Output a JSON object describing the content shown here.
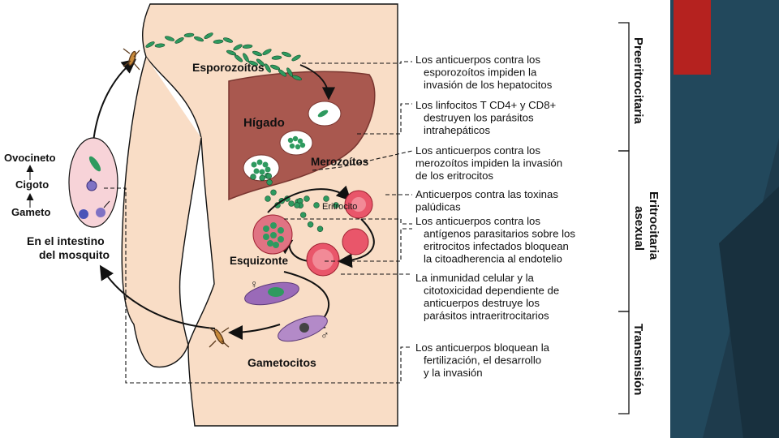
{
  "colors": {
    "body_skin": "#f9ddc6",
    "liver": "#a9584f",
    "parasite_green": "#2e9a5f",
    "erythrocyte": "#e9566a",
    "background_dark": "#1e3b4c",
    "accent_red": "#b5221f"
  },
  "diagram": {
    "esporozoitos": "Esporozoítos",
    "higado": "Hígado",
    "merozoitos": "Merozoítos",
    "eritrocito": "Eritrocito",
    "esquizonte": "Esquizonte",
    "gametocitos": "Gametocitos",
    "ovocineto": "Ovocineto",
    "cigoto": "Cigoto",
    "gameto": "Gameto",
    "intestino_1": "En el intestino",
    "intestino_2": "del mosquito",
    "female_symbol": "♀",
    "male_symbol": "♂"
  },
  "notes": [
    [
      "Los anticuerpos contra los",
      "esporozoítos impiden la",
      "invasión de los hepatocitos"
    ],
    [
      "Los linfocitos T CD4+ y CD8+",
      "destruyen los parásitos",
      "intrahepáticos"
    ],
    [
      "Los anticuerpos contra los",
      "merozoítos impiden la invasión",
      "de los eritrocitos"
    ],
    [
      "Anticuerpos contra las toxinas",
      "palúdicas"
    ],
    [
      "Los anticuerpos contra los",
      "antígenos parasitarios sobre los",
      "eritrocitos infectados bloquean",
      "la citoadherencia al endotelio"
    ],
    [
      "La inmunidad celular y la",
      "citotoxicidad dependiente de",
      "anticuerpos destruye los",
      "parásitos intraeritrocitarios"
    ],
    [
      "Los anticuerpos bloquean la",
      "fertilización, el desarrollo",
      "y la invasión"
    ]
  ],
  "stages": {
    "preeritrocitaria": "Preeritrocitaria",
    "eritrocitaria_1": "Eritrocitaria",
    "eritrocitaria_2": "asexual",
    "transmision": "Transmisión"
  }
}
